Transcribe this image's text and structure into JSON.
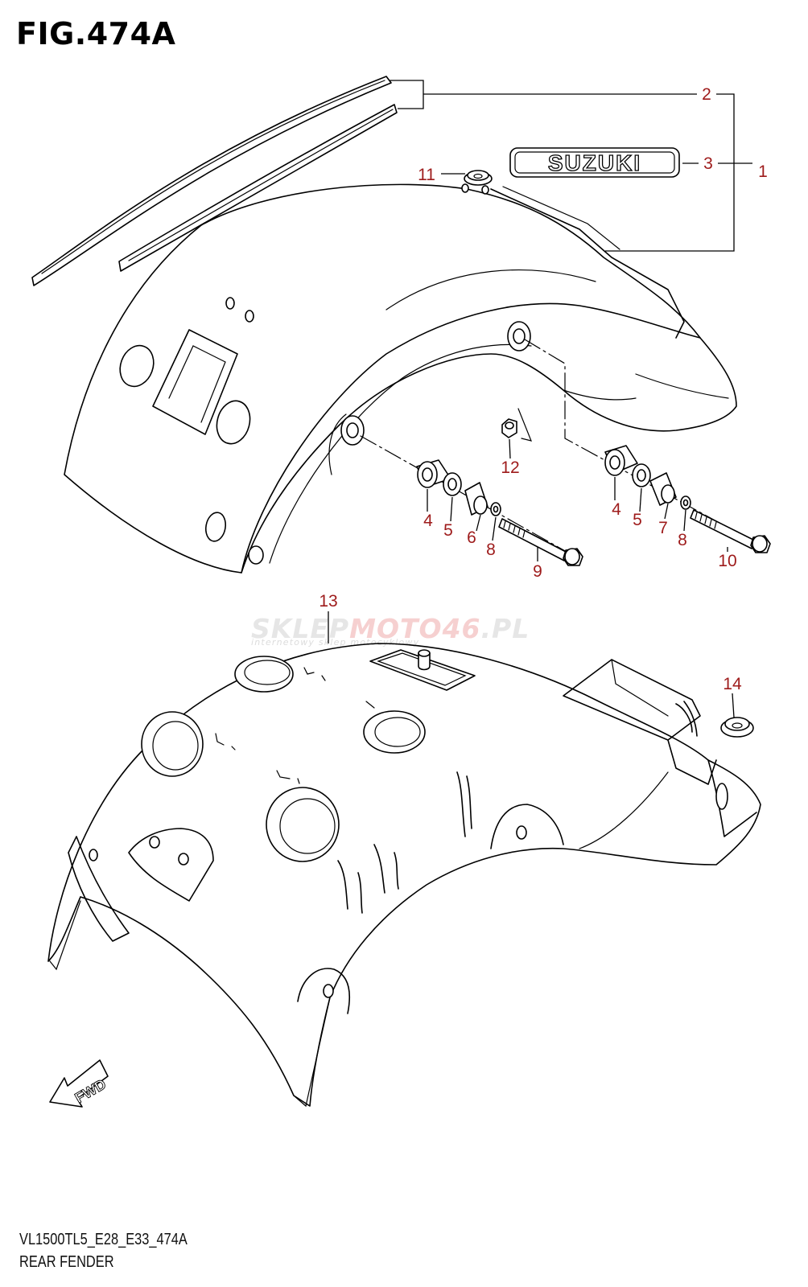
{
  "figure": {
    "title": "FIG.474A",
    "model_code": "VL1500TL5_E28_E33_474A",
    "section_name": "REAR FENDER"
  },
  "emblem_text": "SUZUKI",
  "direction_arrow_text": "FWD",
  "watermark": {
    "brand_part1": "SKLEP",
    "brand_part2": "MOTO46",
    "brand_part3": ".PL",
    "tagline": "internetowy sklep motocyklowy"
  },
  "callouts": [
    {
      "id": "c1",
      "label": "1"
    },
    {
      "id": "c2",
      "label": "2"
    },
    {
      "id": "c3",
      "label": "3"
    },
    {
      "id": "c4a",
      "label": "4"
    },
    {
      "id": "c5a",
      "label": "5"
    },
    {
      "id": "c6",
      "label": "6"
    },
    {
      "id": "c8a",
      "label": "8"
    },
    {
      "id": "c9",
      "label": "9"
    },
    {
      "id": "c4b",
      "label": "4"
    },
    {
      "id": "c5b",
      "label": "5"
    },
    {
      "id": "c7",
      "label": "7"
    },
    {
      "id": "c8b",
      "label": "8"
    },
    {
      "id": "c10",
      "label": "10"
    },
    {
      "id": "c11",
      "label": "11"
    },
    {
      "id": "c12",
      "label": "12"
    },
    {
      "id": "c13",
      "label": "13"
    },
    {
      "id": "c14",
      "label": "14"
    }
  ],
  "colors": {
    "callout_label": "#9e1b1b",
    "line": "#000000",
    "watermark": "#e6e6e6"
  }
}
